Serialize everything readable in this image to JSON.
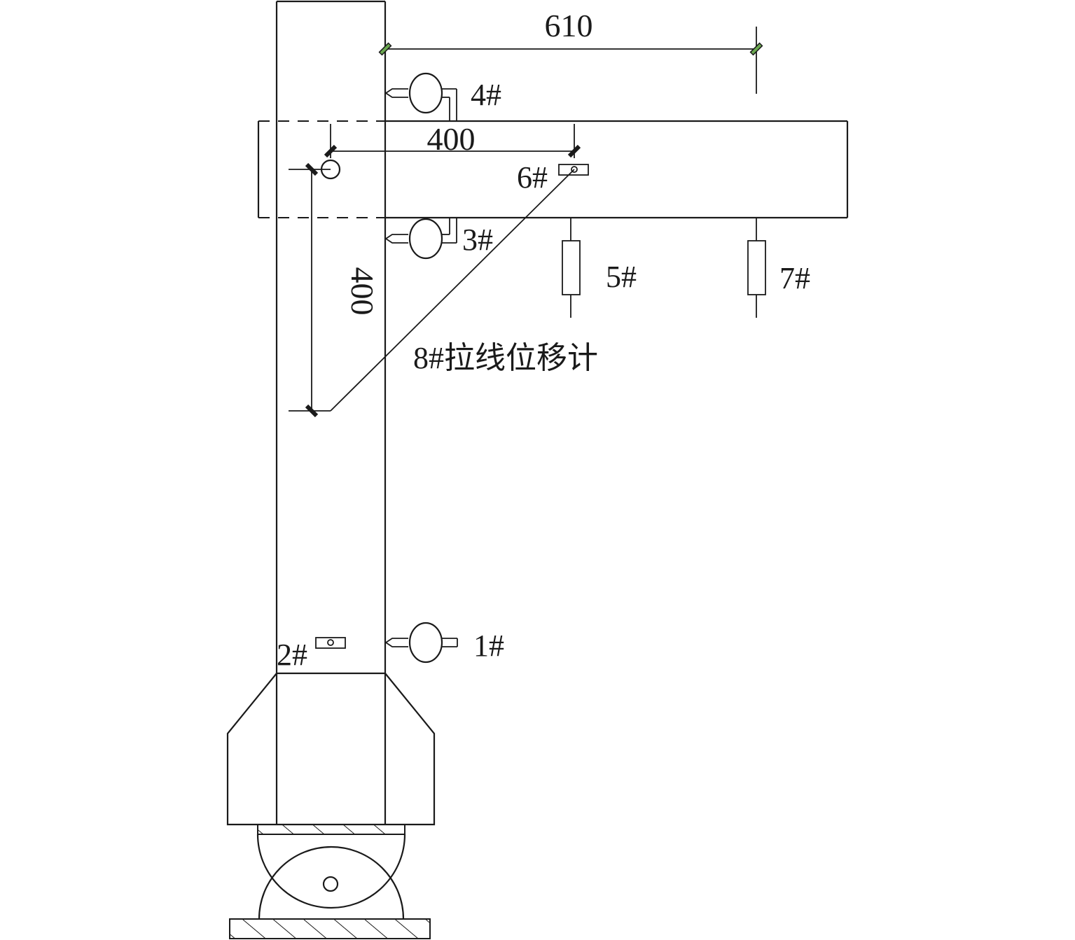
{
  "dimensions": {
    "beam_length": "610",
    "beam_gauge_length": "400",
    "column_gauge_length": "400"
  },
  "sensors": {
    "s1": "1#",
    "s2": "2#",
    "s3": "3#",
    "s4": "4#",
    "s5": "5#",
    "s6": "6#",
    "s7": "7#",
    "s8": "8#拉线位移计"
  },
  "colors": {
    "line": "#1a1a1a",
    "dimension_tick": "#6aa84f"
  }
}
